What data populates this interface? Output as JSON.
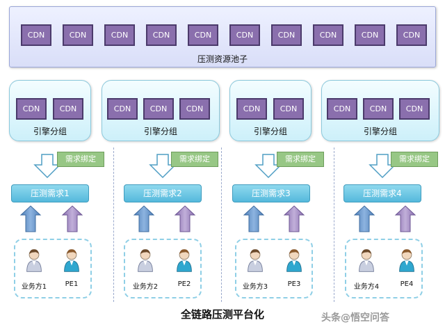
{
  "pool": {
    "cdn_labels": [
      "CDN",
      "CDN",
      "CDN",
      "CDN",
      "CDN",
      "CDN",
      "CDN",
      "CDN",
      "CDN",
      "CDN"
    ],
    "label": "压测资源池子"
  },
  "groups": [
    {
      "cdn_labels": [
        "CDN",
        "CDN"
      ],
      "label": "引擎分组"
    },
    {
      "cdn_labels": [
        "CDN",
        "CDN",
        "CDN"
      ],
      "label": "引擎分组"
    },
    {
      "cdn_labels": [
        "CDN",
        "CDN"
      ],
      "label": "引擎分组"
    },
    {
      "cdn_labels": [
        "CDN",
        "CDN",
        "CDN"
      ],
      "label": "引擎分组"
    }
  ],
  "columns": [
    {
      "binding": "需求绑定",
      "request": "压测需求1",
      "business": "业务方1",
      "pe": "PE1"
    },
    {
      "binding": "需求绑定",
      "request": "压测需求2",
      "business": "业务方2",
      "pe": "PE2"
    },
    {
      "binding": "需求绑定",
      "request": "压测需求3",
      "business": "业务方3",
      "pe": "PE3"
    },
    {
      "binding": "需求绑定",
      "request": "压测需求4",
      "business": "业务方4",
      "pe": "PE4"
    }
  ],
  "title": "全链路压测平台化",
  "watermark": "头条@悟空问答",
  "colors": {
    "cdn_fill": "#8a6fad",
    "down_arrow": "#ffffff",
    "up_arrow_business": "#5b8fc7",
    "up_arrow_pe": "#9f86c0",
    "request_box": "#55b9dc",
    "binding_tag": "#97c785"
  }
}
